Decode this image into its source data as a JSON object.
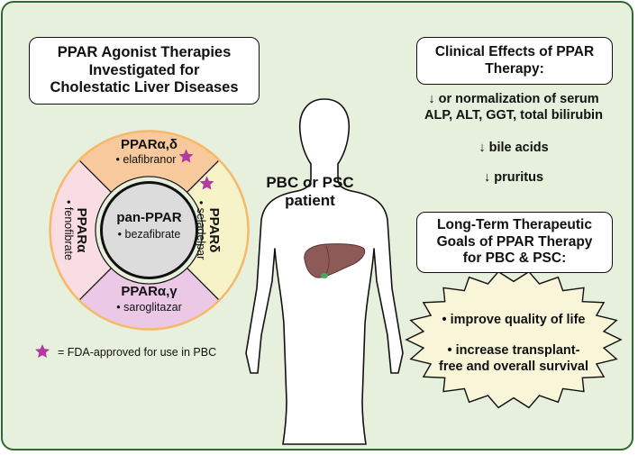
{
  "title_box": {
    "lines": [
      "PPAR Agonist Therapies",
      "Investigated for",
      "Cholestatic Liver Diseases"
    ]
  },
  "wheel": {
    "center": {
      "title": "pan-PPAR",
      "drug": "• bezafibrate"
    },
    "top": {
      "title": "PPARα,δ",
      "drug": "• elafibranor",
      "color": "#f7c99c"
    },
    "right": {
      "title": "PPARδ",
      "drug": "• seladelpar",
      "color": "#f7f3c9"
    },
    "bottom": {
      "title": "PPARα,γ",
      "drug": "• saroglitazar",
      "color": "#ebc9e6"
    },
    "left": {
      "title": "PPARα",
      "drug": "• fenofibrate",
      "color": "#f9dde3"
    }
  },
  "legend": {
    "text": "= FDA-approved for use in PBC",
    "star_color": "#b03a9f"
  },
  "patient": {
    "lines": [
      "PBC or PSC",
      "patient"
    ]
  },
  "effects_box": {
    "lines": [
      "Clinical Effects of PPAR",
      "Therapy:"
    ]
  },
  "effects": {
    "item1": [
      "↓ or normalization of serum",
      "ALP, ALT, GGT, total bilirubin"
    ],
    "item2": "↓ bile acids",
    "item3": "↓ pruritus"
  },
  "goals_box": {
    "lines": [
      "Long-Term Therapeutic",
      "Goals of PPAR Therapy",
      "for PBC & PSC:"
    ]
  },
  "goals": {
    "item1": "• improve quality of life",
    "item2": [
      "• increase transplant-",
      "free and overall survival"
    ]
  },
  "colors": {
    "background": "#e6f0dc",
    "border": "#2f6b2f",
    "burst": "#f8f5d8",
    "liver": "#8d5a58",
    "star": "#b03a9f"
  }
}
